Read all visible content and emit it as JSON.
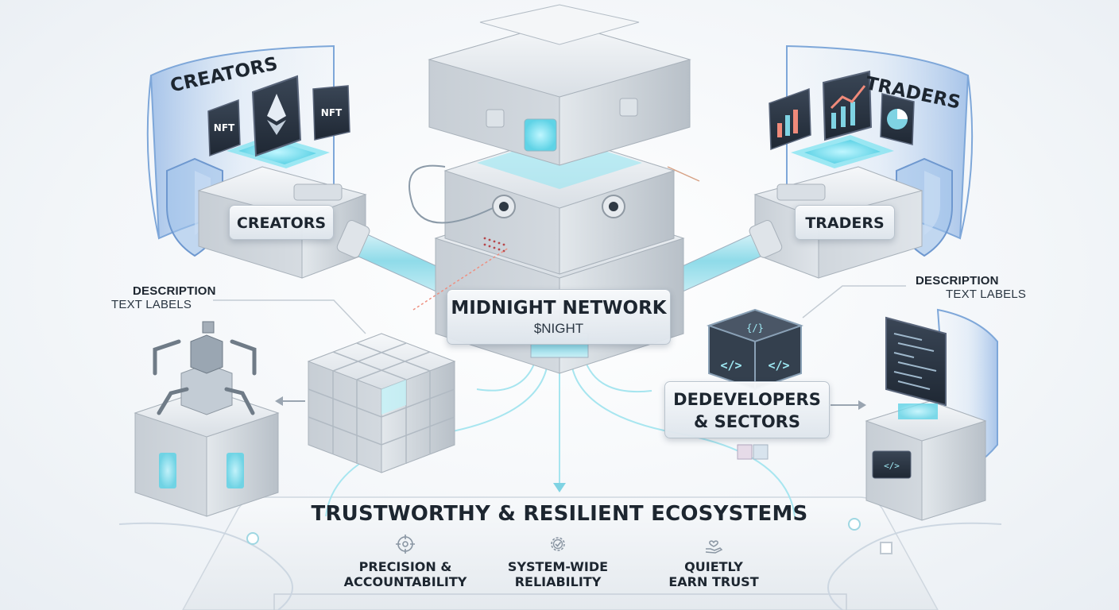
{
  "creators": {
    "glass_title": "CREATORS",
    "plate_label": "CREATORS",
    "badge_left": "NFT",
    "badge_right": "NFT",
    "icons": [
      "nft-badge-icon",
      "ethereum-icon",
      "nft-badge-icon",
      "shield-icon"
    ]
  },
  "traders": {
    "glass_title": "TRADERS",
    "plate_label": "TRADERS",
    "icons": [
      "bar-chart-icon",
      "line-chart-icon",
      "pie-chart-icon",
      "shield-icon"
    ]
  },
  "center": {
    "title": "MIDNIGHT NETWORK",
    "ticker": "$NIGHT"
  },
  "description_left": {
    "title": "DESCRIPTION",
    "sub": "TEXT LABELS"
  },
  "description_right": {
    "title": "DESCRIPTION",
    "sub": "TEXT LABELS"
  },
  "developers": {
    "line1": "DEDEVELOPERS",
    "line2": "& SECTORS",
    "cube_glyph_left": "</>",
    "cube_glyph_right": "</>",
    "cube_glyph_top": "{/}",
    "terminal_glyph": "</>"
  },
  "ecosystem": {
    "title": "TRUSTWORTHY & RESILIENT ECOSYSTEMS",
    "pillars": [
      {
        "icon": "target-icon",
        "line1": "PRECISION &",
        "line2": "ACCOUNTABILITY"
      },
      {
        "icon": "gear-check-icon",
        "line1": "SYSTEM-WIDE",
        "line2": "RELIABILITY"
      },
      {
        "icon": "hand-heart-icon",
        "line1": "QUIETLY",
        "line2": "EARN TRUST"
      }
    ]
  },
  "colors": {
    "accent_glow": "#7fe3f0",
    "glass_blue": "#8fb9e6",
    "metal_light": "#eef1f4",
    "metal_dark": "#aab3bc",
    "text_dark": "#1d2630"
  }
}
